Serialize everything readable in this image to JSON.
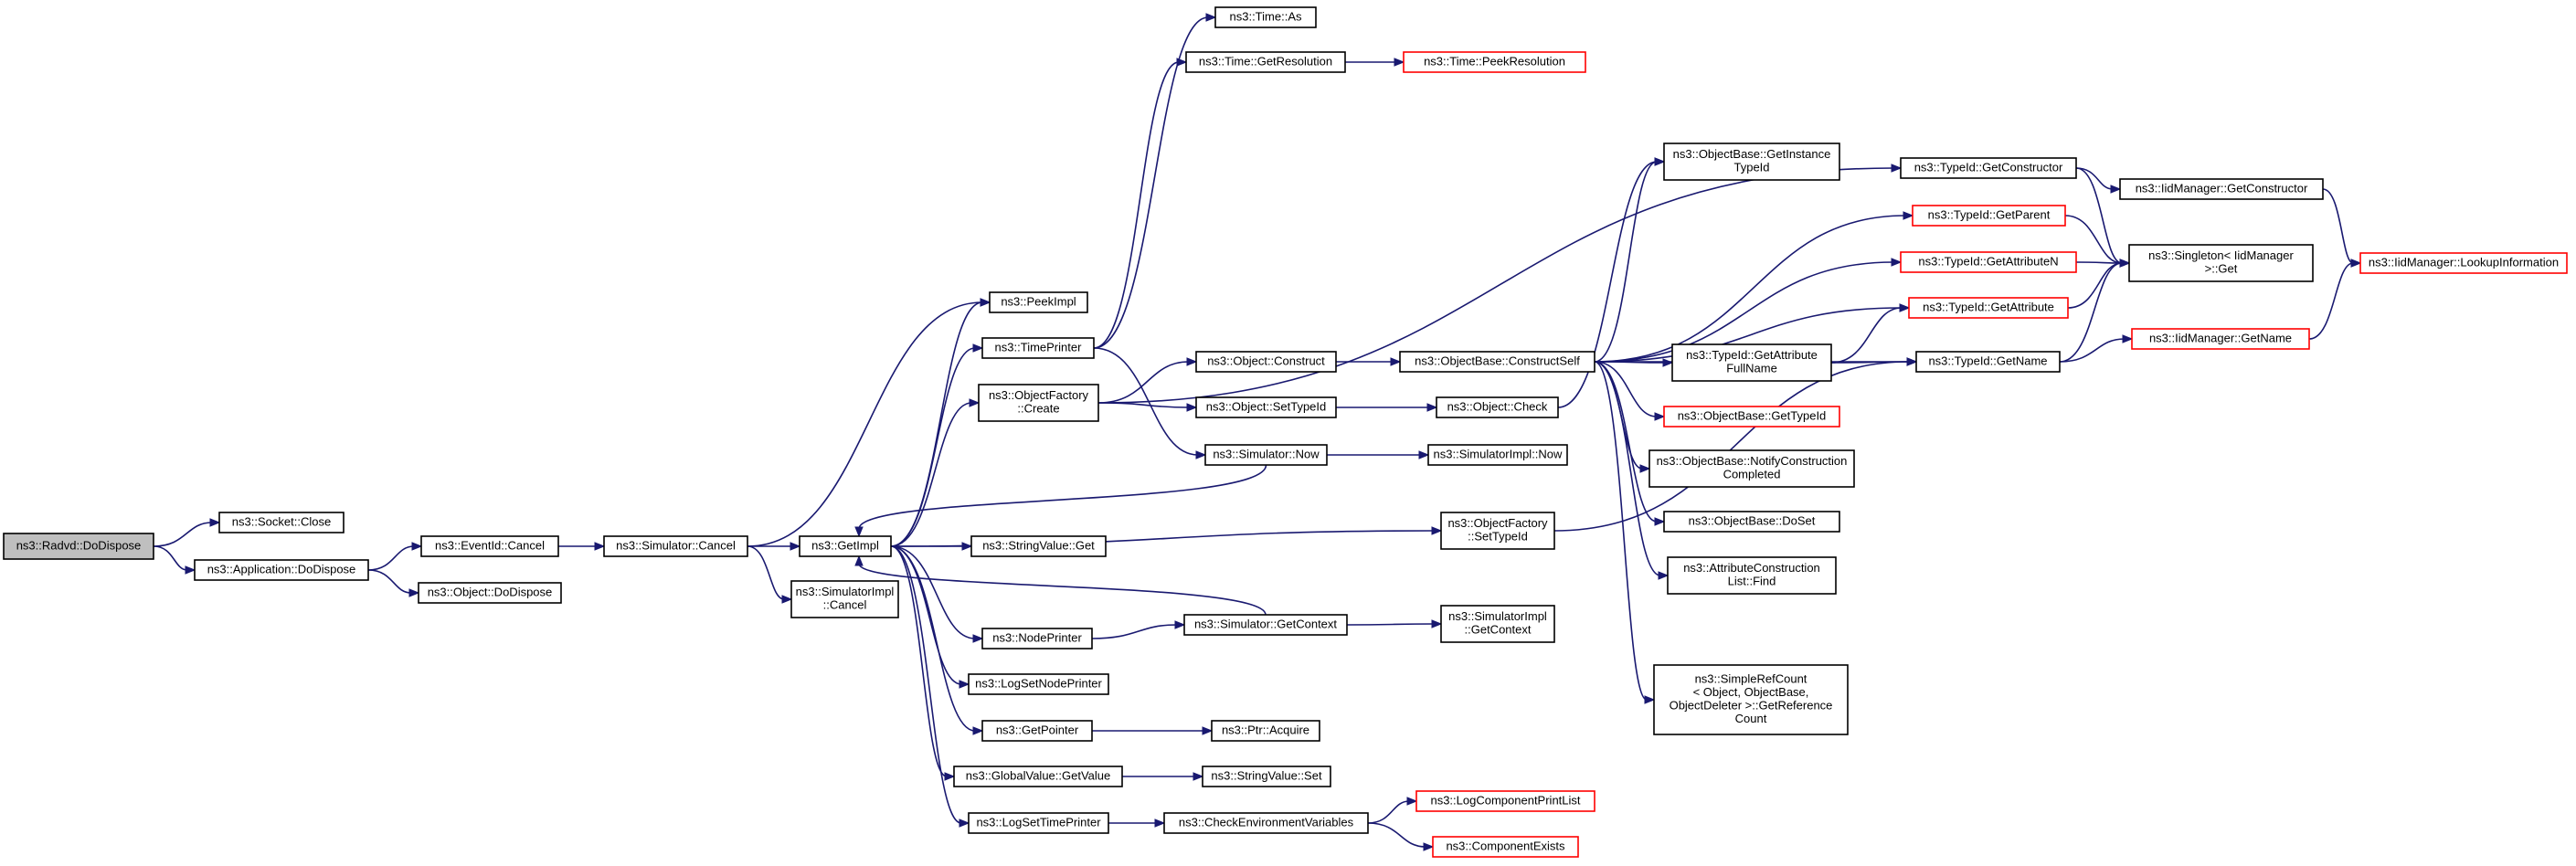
{
  "colors": {
    "edge": "#191970",
    "root_fill": "#bfbfbf",
    "external_border": "#ff0000",
    "node_border": "#000000"
  },
  "nodes": [
    {
      "id": "radvd_dodispose",
      "lines": [
        "ns3::Radvd::DoDispose"
      ],
      "root": true
    },
    {
      "id": "socket_close",
      "lines": [
        "ns3::Socket::Close"
      ]
    },
    {
      "id": "application_dodispose",
      "lines": [
        "ns3::Application::DoDispose"
      ]
    },
    {
      "id": "eventid_cancel",
      "lines": [
        "ns3::EventId::Cancel"
      ]
    },
    {
      "id": "object_dodispose",
      "lines": [
        "ns3::Object::DoDispose"
      ]
    },
    {
      "id": "simulator_cancel",
      "lines": [
        "ns3::Simulator::Cancel"
      ]
    },
    {
      "id": "getimpl",
      "lines": [
        "ns3::GetImpl"
      ]
    },
    {
      "id": "simulatorimpl_cancel",
      "lines": [
        "ns3::SimulatorImpl",
        "::Cancel"
      ]
    },
    {
      "id": "peekimpl",
      "lines": [
        "ns3::PeekImpl"
      ]
    },
    {
      "id": "timeprinter",
      "lines": [
        "ns3::TimePrinter"
      ]
    },
    {
      "id": "objectfactory_create",
      "lines": [
        "ns3::ObjectFactory",
        "::Create"
      ]
    },
    {
      "id": "stringvalue_get",
      "lines": [
        "ns3::StringValue::Get"
      ]
    },
    {
      "id": "nodeprinter",
      "lines": [
        "ns3::NodePrinter"
      ]
    },
    {
      "id": "logsetnodeprinter",
      "lines": [
        "ns3::LogSetNodePrinter"
      ]
    },
    {
      "id": "getpointer",
      "lines": [
        "ns3::GetPointer"
      ]
    },
    {
      "id": "globalvalue_getvalue",
      "lines": [
        "ns3::GlobalValue::GetValue"
      ]
    },
    {
      "id": "logsettimeprinter",
      "lines": [
        "ns3::LogSetTimePrinter"
      ]
    },
    {
      "id": "time_as",
      "lines": [
        "ns3::Time::As"
      ]
    },
    {
      "id": "time_getresolution",
      "lines": [
        "ns3::Time::GetResolution"
      ]
    },
    {
      "id": "time_peekresolution",
      "lines": [
        "ns3::Time::PeekResolution"
      ],
      "external": true
    },
    {
      "id": "object_construct",
      "lines": [
        "ns3::Object::Construct"
      ]
    },
    {
      "id": "object_settypeid",
      "lines": [
        "ns3::Object::SetTypeId"
      ]
    },
    {
      "id": "simulator_now",
      "lines": [
        "ns3::Simulator::Now"
      ]
    },
    {
      "id": "simulator_getcontext",
      "lines": [
        "ns3::Simulator::GetContext"
      ]
    },
    {
      "id": "ptr_acquire",
      "lines": [
        "ns3::Ptr::Acquire"
      ]
    },
    {
      "id": "stringvalue_set",
      "lines": [
        "ns3::StringValue::Set"
      ]
    },
    {
      "id": "checkenvironmentvariables",
      "lines": [
        "ns3::CheckEnvironmentVariables"
      ]
    },
    {
      "id": "objectbase_constructself",
      "lines": [
        "ns3::ObjectBase::ConstructSelf"
      ]
    },
    {
      "id": "object_check",
      "lines": [
        "ns3::Object::Check"
      ]
    },
    {
      "id": "simulatorimpl_now",
      "lines": [
        "ns3::SimulatorImpl::Now"
      ]
    },
    {
      "id": "objectfactory_settypeid",
      "lines": [
        "ns3::ObjectFactory",
        "::SetTypeId"
      ]
    },
    {
      "id": "simulatorimpl_getcontext",
      "lines": [
        "ns3::SimulatorImpl",
        "::GetContext"
      ]
    },
    {
      "id": "logcomponentprintlist",
      "lines": [
        "ns3::LogComponentPrintList"
      ],
      "external": true
    },
    {
      "id": "componentexists",
      "lines": [
        "ns3::ComponentExists"
      ],
      "external": true
    },
    {
      "id": "objectbase_getinstancetypeid",
      "lines": [
        "ns3::ObjectBase::GetInstance",
        "TypeId"
      ]
    },
    {
      "id": "typeid_getattributefullname",
      "lines": [
        "ns3::TypeId::GetAttribute",
        "FullName"
      ]
    },
    {
      "id": "objectbase_gettypeid",
      "lines": [
        "ns3::ObjectBase::GetTypeId"
      ],
      "external": true
    },
    {
      "id": "objectbase_notifyconstructioncompleted",
      "lines": [
        "ns3::ObjectBase::NotifyConstruction",
        "Completed"
      ]
    },
    {
      "id": "objectbase_doset",
      "lines": [
        "ns3::ObjectBase::DoSet"
      ]
    },
    {
      "id": "attributeconstructionlist_find",
      "lines": [
        "ns3::AttributeConstruction",
        "List::Find"
      ]
    },
    {
      "id": "simplerefcount_getreferencecount",
      "lines": [
        "ns3::SimpleRefCount",
        "< Object, ObjectBase,",
        "ObjectDeleter >::GetReference",
        "Count"
      ]
    },
    {
      "id": "typeid_getconstructor",
      "lines": [
        "ns3::TypeId::GetConstructor"
      ]
    },
    {
      "id": "typeid_getparent",
      "lines": [
        "ns3::TypeId::GetParent"
      ],
      "external": true
    },
    {
      "id": "typeid_getattributen",
      "lines": [
        "ns3::TypeId::GetAttributeN"
      ],
      "external": true
    },
    {
      "id": "typeid_getattribute",
      "lines": [
        "ns3::TypeId::GetAttribute"
      ],
      "external": true
    },
    {
      "id": "typeid_getname",
      "lines": [
        "ns3::TypeId::GetName"
      ]
    },
    {
      "id": "iidmanager_getconstructor",
      "lines": [
        "ns3::IidManager::GetConstructor"
      ]
    },
    {
      "id": "singleton_iidmanager_get",
      "lines": [
        "ns3::Singleton< IidManager",
        " >::Get"
      ]
    },
    {
      "id": "iidmanager_getname",
      "lines": [
        "ns3::IidManager::GetName"
      ],
      "external": true
    },
    {
      "id": "iidmanager_lookupinformation",
      "lines": [
        "ns3::IidManager::LookupInformation"
      ],
      "external": true
    }
  ],
  "edges": [
    [
      "radvd_dodispose",
      "socket_close"
    ],
    [
      "radvd_dodispose",
      "application_dodispose"
    ],
    [
      "application_dodispose",
      "eventid_cancel"
    ],
    [
      "application_dodispose",
      "object_dodispose"
    ],
    [
      "eventid_cancel",
      "simulator_cancel"
    ],
    [
      "simulator_cancel",
      "peekimpl"
    ],
    [
      "simulator_cancel",
      "getimpl"
    ],
    [
      "simulator_cancel",
      "simulatorimpl_cancel"
    ],
    [
      "getimpl",
      "peekimpl"
    ],
    [
      "getimpl",
      "timeprinter"
    ],
    [
      "getimpl",
      "objectfactory_create"
    ],
    [
      "getimpl",
      "stringvalue_get"
    ],
    [
      "getimpl",
      "nodeprinter"
    ],
    [
      "getimpl",
      "logsetnodeprinter"
    ],
    [
      "getimpl",
      "getpointer"
    ],
    [
      "getimpl",
      "globalvalue_getvalue"
    ],
    [
      "getimpl",
      "logsettimeprinter"
    ],
    [
      "getimpl",
      "objectfactory_settypeid"
    ],
    [
      "timeprinter",
      "time_as"
    ],
    [
      "timeprinter",
      "time_getresolution"
    ],
    [
      "timeprinter",
      "simulator_now"
    ],
    [
      "time_getresolution",
      "time_peekresolution"
    ],
    [
      "objectfactory_create",
      "object_construct"
    ],
    [
      "objectfactory_create",
      "object_settypeid"
    ],
    [
      "objectfactory_create",
      "typeid_getconstructor"
    ],
    [
      "object_construct",
      "objectbase_constructself"
    ],
    [
      "object_settypeid",
      "object_check"
    ],
    [
      "object_check",
      "objectbase_getinstancetypeid"
    ],
    [
      "simulator_now",
      "getimpl"
    ],
    [
      "simulator_now",
      "simulatorimpl_now"
    ],
    [
      "nodeprinter",
      "simulator_getcontext"
    ],
    [
      "simulator_getcontext",
      "getimpl"
    ],
    [
      "simulator_getcontext",
      "simulatorimpl_getcontext"
    ],
    [
      "getpointer",
      "ptr_acquire"
    ],
    [
      "globalvalue_getvalue",
      "stringvalue_set"
    ],
    [
      "logsettimeprinter",
      "checkenvironmentvariables"
    ],
    [
      "checkenvironmentvariables",
      "logcomponentprintlist"
    ],
    [
      "checkenvironmentvariables",
      "componentexists"
    ],
    [
      "objectbase_constructself",
      "objectbase_getinstancetypeid"
    ],
    [
      "objectbase_constructself",
      "typeid_getparent"
    ],
    [
      "objectbase_constructself",
      "typeid_getattributen"
    ],
    [
      "objectbase_constructself",
      "typeid_getattribute"
    ],
    [
      "objectbase_constructself",
      "typeid_getattributefullname"
    ],
    [
      "objectbase_constructself",
      "objectbase_gettypeid"
    ],
    [
      "objectbase_constructself",
      "objectbase_notifyconstructioncompleted"
    ],
    [
      "objectbase_constructself",
      "objectbase_doset"
    ],
    [
      "objectbase_constructself",
      "attributeconstructionlist_find"
    ],
    [
      "objectbase_constructself",
      "simplerefcount_getreferencecount"
    ],
    [
      "objectbase_constructself",
      "typeid_getname"
    ],
    [
      "objectfactory_settypeid",
      "typeid_getname"
    ],
    [
      "typeid_getattributefullname",
      "typeid_getattribute"
    ],
    [
      "typeid_getattributefullname",
      "typeid_getname"
    ],
    [
      "typeid_getconstructor",
      "iidmanager_getconstructor"
    ],
    [
      "typeid_getconstructor",
      "singleton_iidmanager_get"
    ],
    [
      "typeid_getparent",
      "singleton_iidmanager_get"
    ],
    [
      "typeid_getattributen",
      "singleton_iidmanager_get"
    ],
    [
      "typeid_getattribute",
      "singleton_iidmanager_get"
    ],
    [
      "typeid_getname",
      "singleton_iidmanager_get"
    ],
    [
      "typeid_getname",
      "iidmanager_getname"
    ],
    [
      "iidmanager_getconstructor",
      "iidmanager_lookupinformation"
    ],
    [
      "iidmanager_getname",
      "iidmanager_lookupinformation"
    ]
  ]
}
